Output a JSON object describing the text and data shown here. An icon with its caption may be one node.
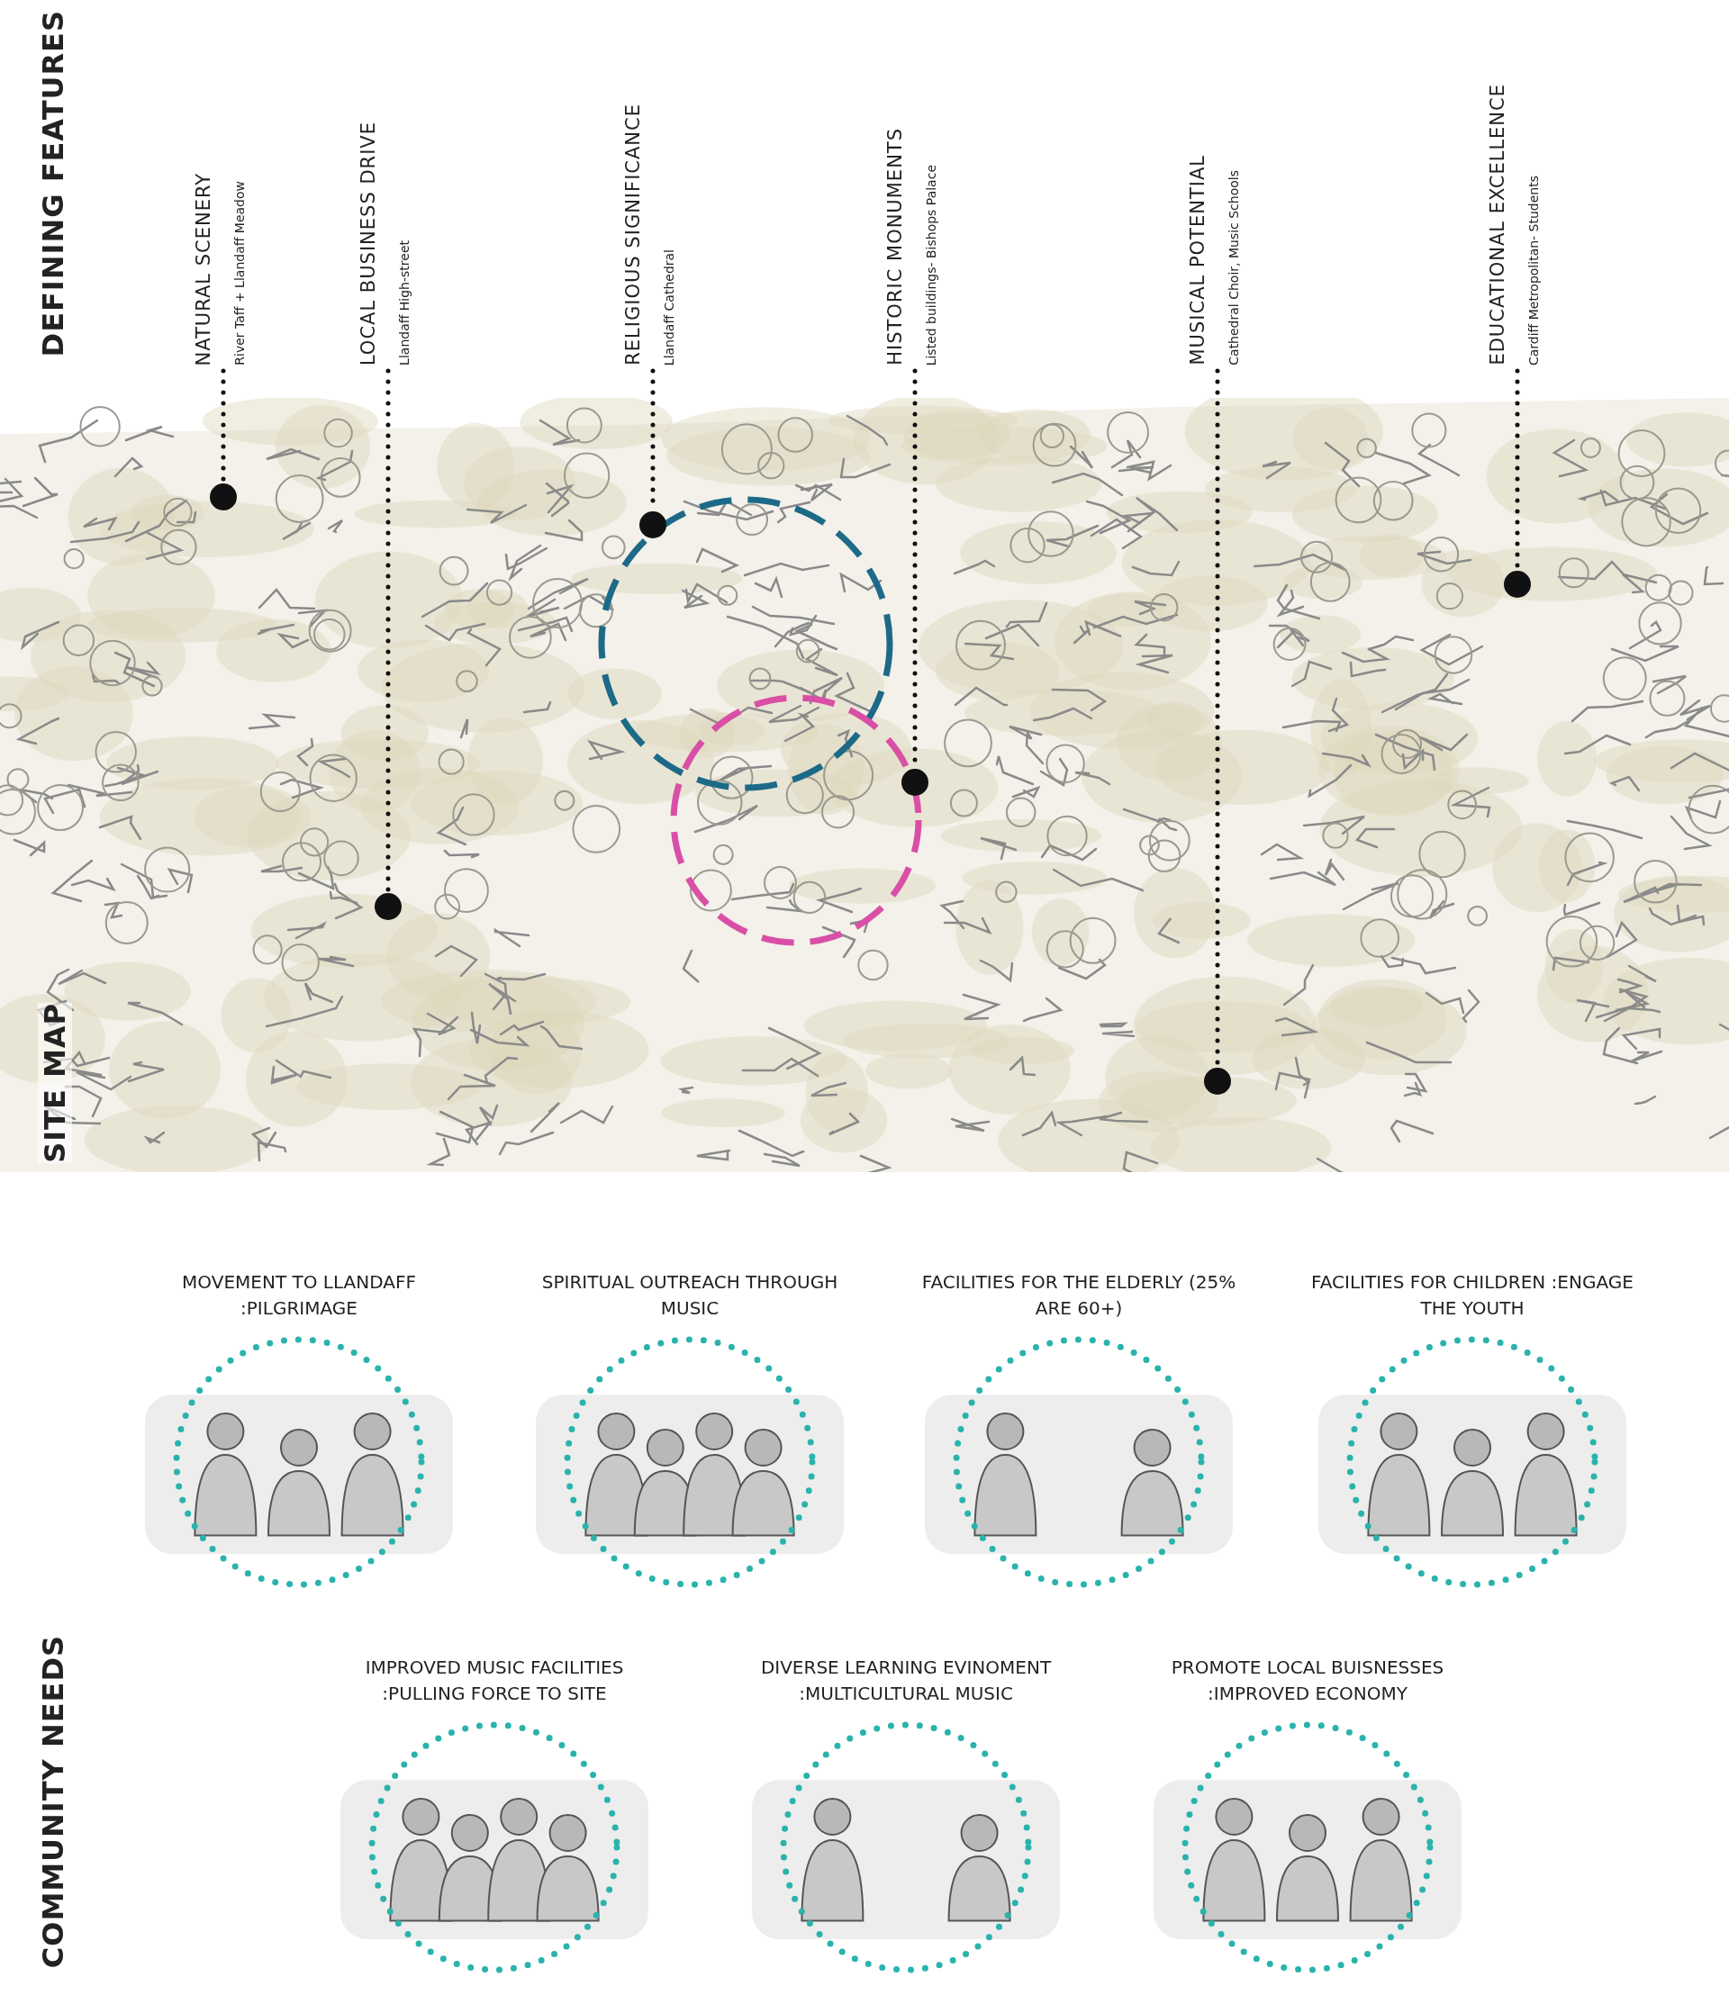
{
  "diagram": {
    "nodes": [
      {
        "text": [
          "NATURAL SCENERY",
          "River Taff + Llandaff Meadow"
        ]
      },
      {
        "text": [
          "LOCAL BUSINESS DRIVE",
          "Llandaff High-street"
        ]
      },
      {
        "text": [
          "RELIGIOUS SIGNIFICANCE",
          "Llandaff Cathedral"
        ]
      },
      {
        "text": [
          "HISTORIC MONUMENTS",
          "Listed buildings- Bishops Palace"
        ]
      },
      {
        "text": [
          "MUSICAL POTENTIAL",
          "Cathedral Choir, Music Schools"
        ]
      },
      {
        "text": [
          "EDUCATIONAL EXCELLENCE",
          "Cardiff Metropolitan- Students"
        ]
      },
      {
        "text": [
          "SITE MAP"
        ]
      },
      {
        "text": [],
        "shape": "circle",
        "in": 6
      },
      {
        "text": [],
        "shape": "circle",
        "in": 6
      },
      {
        "text": [],
        "shape": "circle",
        "in": 6
      },
      {
        "text": [],
        "shape": "circle",
        "in": 6
      },
      {
        "text": [],
        "shape": "circle",
        "in": 6
      },
      {
        "text": [],
        "shape": "circle",
        "in": 6
      },
      {
        "text": [
          "MOVEMENT TO LLANDAFF :PILGRIMAGE"
        ]
      },
      {
        "text": [
          "SPIRITUAL OUTREACH THROUGH MUSIC"
        ]
      },
      {
        "text": [
          "FACILITIES FOR THE ELDERLY (25% ARE 60+)"
        ]
      },
      {
        "text": [
          "FACILITIES FOR CHILDREN :ENGAGE THE YOUTH"
        ]
      },
      {
        "text": [
          "IMPROVED MUSIC FACILITIES :PULLING FORCE TO SITE"
        ]
      },
      {
        "text": [
          "DIVERSE LEARNING EVINOMENT :MULTICULTURAL MUSIC"
        ]
      },
      {
        "text": [
          "PROMOTE LOCAL BUISNESSES :IMPROVED ECONOMY"
        ]
      }
    ],
    "edges": [
      {
        "from": 0,
        "to": 7,
        "arrow": "none",
        "style": "dashed"
      },
      {
        "from": 1,
        "to": 8,
        "arrow": "none",
        "style": "dashed"
      },
      {
        "from": 2,
        "to": 9,
        "arrow": "none",
        "style": "dashed"
      },
      {
        "from": 3,
        "to": 10,
        "arrow": "none",
        "style": "dashed"
      },
      {
        "from": 4,
        "to": 11,
        "arrow": "none",
        "style": "dashed"
      },
      {
        "from": 5,
        "to": 12,
        "arrow": "none",
        "style": "dashed"
      }
    ],
    "labels": [
      "DEFINING FEATURES",
      "COMMUNITY NEEDS"
    ]
  }
}
